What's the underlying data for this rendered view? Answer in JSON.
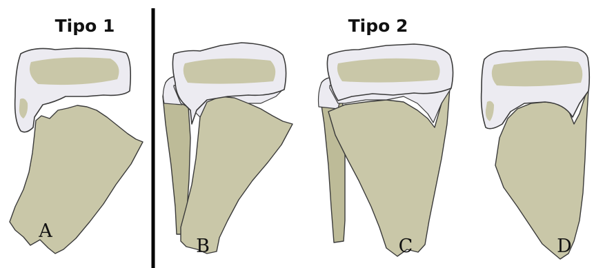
{
  "groups": [
    {
      "title": "Tipo 1"
    },
    {
      "title": "Tipo 2"
    }
  ],
  "panels": [
    {
      "letter": "A"
    },
    {
      "letter": "B"
    },
    {
      "letter": "C"
    },
    {
      "letter": "D"
    }
  ],
  "colors": {
    "bone": "#c9c7a8",
    "cartilage": "#ecebf1",
    "outline": "#3a3a3a",
    "divider": "#000000"
  }
}
